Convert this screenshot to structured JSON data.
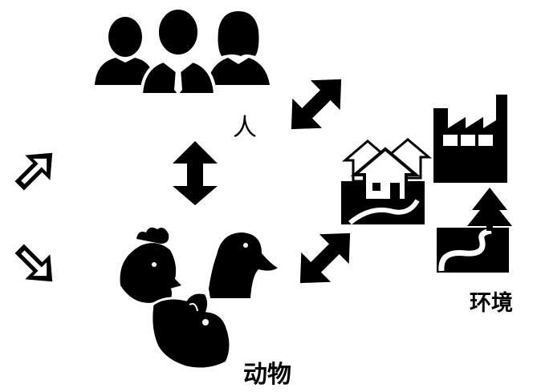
{
  "diagram": {
    "labels": {
      "people": "人",
      "environment": "环境",
      "animals": "动物"
    },
    "colors": {
      "ink": "#000000",
      "background": "#ffffff"
    },
    "icons": {
      "people": "people-group-icon",
      "environment": [
        "houses-icon",
        "factory-icon",
        "tree-river-icon"
      ],
      "animals": [
        "chicken-head-icon",
        "duck-head-icon",
        "pig-head-icon"
      ],
      "arrows": [
        "double-arrow-vertical-icon",
        "double-arrow-diagonal-icon",
        "double-arrow-diagonal-icon",
        "arrow-up-right-icon",
        "arrow-down-right-icon"
      ]
    }
  }
}
